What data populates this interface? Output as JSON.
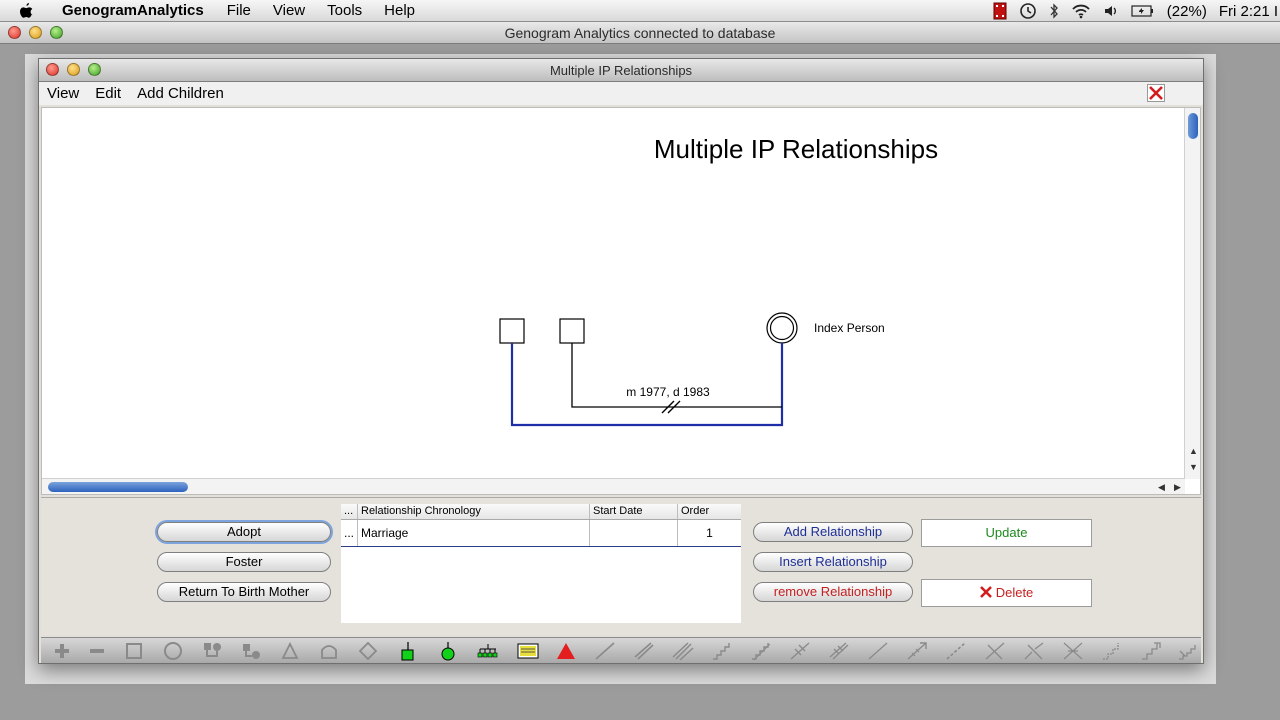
{
  "menubar": {
    "app_name": "GenogramAnalytics",
    "items": [
      "File",
      "View",
      "Tools",
      "Help"
    ],
    "battery": "(22%)",
    "clock": "Fri 2:21 I"
  },
  "app_window": {
    "title": "Genogram Analytics connected to database"
  },
  "window": {
    "title": "Multiple IP Relationships",
    "menu": [
      "View",
      "Edit",
      "Add Children"
    ]
  },
  "diagram": {
    "title": "Multiple IP Relationships",
    "index_label": "Index Person",
    "relationship_label": "m 1977, d 1983"
  },
  "left_buttons": {
    "adopt": "Adopt",
    "foster": "Foster",
    "return": "Return To Birth Mother"
  },
  "table": {
    "columns": [
      "...",
      "Relationship Chronology",
      "Start Date",
      "Order"
    ],
    "rows": [
      {
        "dots": "...",
        "chronology": "Marriage",
        "start_date": "",
        "order": "1"
      }
    ]
  },
  "right_buttons": {
    "add": "Add Relationship",
    "insert": "Insert Relationship",
    "remove": "remove Relationship",
    "update": "Update",
    "delete": "Delete"
  },
  "colors": {
    "line_blue": "#1c2fa6",
    "line_black": "#000000",
    "update_green": "#1d8a1d",
    "delete_red": "#c42020"
  },
  "toolbar_icons": [
    "plus-icon",
    "minus-icon",
    "male-square-icon",
    "female-circle-icon",
    "couple-icon",
    "couple-alt-icon",
    "triangle-icon",
    "pet-icon",
    "diamond-icon",
    "green-male-icon",
    "green-female-icon",
    "sibling-group-icon",
    "note-icon",
    "red-triangle-icon",
    "line-icon",
    "double-line-icon",
    "triple-line-icon",
    "zigzag-line-icon",
    "zigzag-line-alt-icon",
    "cross-line-icon",
    "hatched-line-icon",
    "thin-line-icon",
    "arrow-line-icon",
    "dashed-line-icon",
    "cut-line-icon",
    "broken-line-icon",
    "x-line-icon",
    "step-line-icon",
    "step-arrow-icon",
    "wave-line-icon"
  ]
}
